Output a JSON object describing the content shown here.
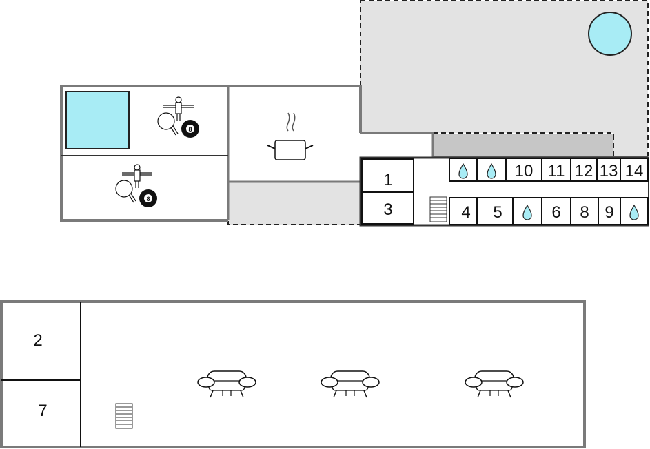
{
  "floor_upper": {
    "rooms": [
      {
        "id": "room-1",
        "label": "1"
      },
      {
        "id": "room-3",
        "label": "3"
      },
      {
        "id": "room-4",
        "label": "4"
      },
      {
        "id": "room-5",
        "label": "5"
      },
      {
        "id": "room-6",
        "label": "6"
      },
      {
        "id": "room-8",
        "label": "8"
      },
      {
        "id": "room-9",
        "label": "9"
      },
      {
        "id": "room-10",
        "label": "10"
      },
      {
        "id": "room-11",
        "label": "11"
      },
      {
        "id": "room-12",
        "label": "12"
      },
      {
        "id": "room-13",
        "label": "13"
      },
      {
        "id": "room-14",
        "label": "14"
      }
    ],
    "icons": [
      "pool-icon",
      "table-tennis-icon",
      "billiard-ball-icon",
      "foosball-icon",
      "cooking-pot-icon",
      "water-drop-icon",
      "stairs-icon"
    ],
    "billiard_label": "8"
  },
  "floor_lower": {
    "rooms": [
      {
        "id": "room-2",
        "label": "2"
      },
      {
        "id": "room-7",
        "label": "7"
      }
    ],
    "icons": [
      "armchair-icon",
      "stairs-icon"
    ]
  },
  "colors": {
    "wall": "#7a7a7a",
    "water": "#a8ecf5",
    "outdoor": "#e3e3e3",
    "terrace": "#c6c6c6"
  }
}
